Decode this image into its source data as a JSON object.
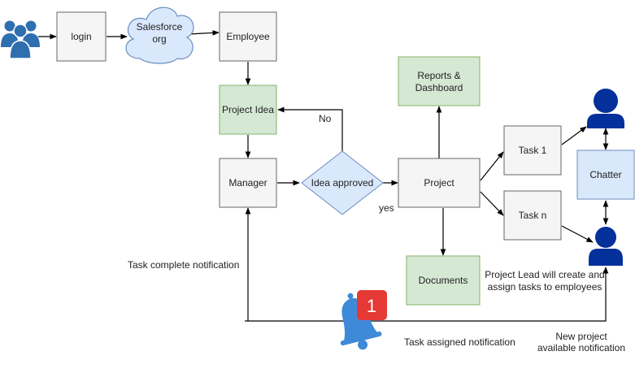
{
  "nodes": {
    "login": "login",
    "salesforce_org": [
      "Salesforce",
      "org"
    ],
    "employee": "Employee",
    "project_idea": "Project Idea",
    "manager": "Manager",
    "idea_approved": "Idea approved",
    "project": "Project",
    "reports_dashboard": [
      "Reports &",
      "Dashboard"
    ],
    "documents": "Documents",
    "task_1": "Task 1",
    "task_n": "Task n",
    "chatter": "Chatter"
  },
  "edge_labels": {
    "no": "No",
    "yes": "yes",
    "task_complete_notification": "Task complete notification",
    "task_assigned_notification": "Task assigned notification",
    "new_project_notification": [
      "New project",
      "available notification"
    ],
    "project_lead_note": [
      "Project Lead will create and",
      "assign tasks to employees"
    ]
  },
  "notification_badge": "1",
  "colors": {
    "gray_fill": "#f5f5f5",
    "gray_stroke": "#666666",
    "green_fill": "#d5e8d4",
    "green_stroke": "#82b366",
    "blue_fill": "#dae8fc",
    "blue_stroke": "#6c8ebf",
    "user_icon": "#03309a",
    "users_icon": "#2f6fb0",
    "bell": "#3f8ad8",
    "badge": "#e53935"
  },
  "icons": {
    "users_group": "users-group-icon",
    "project_lead_user": "user-icon",
    "employee_user": "user-icon",
    "notification_bell": "bell-icon"
  }
}
